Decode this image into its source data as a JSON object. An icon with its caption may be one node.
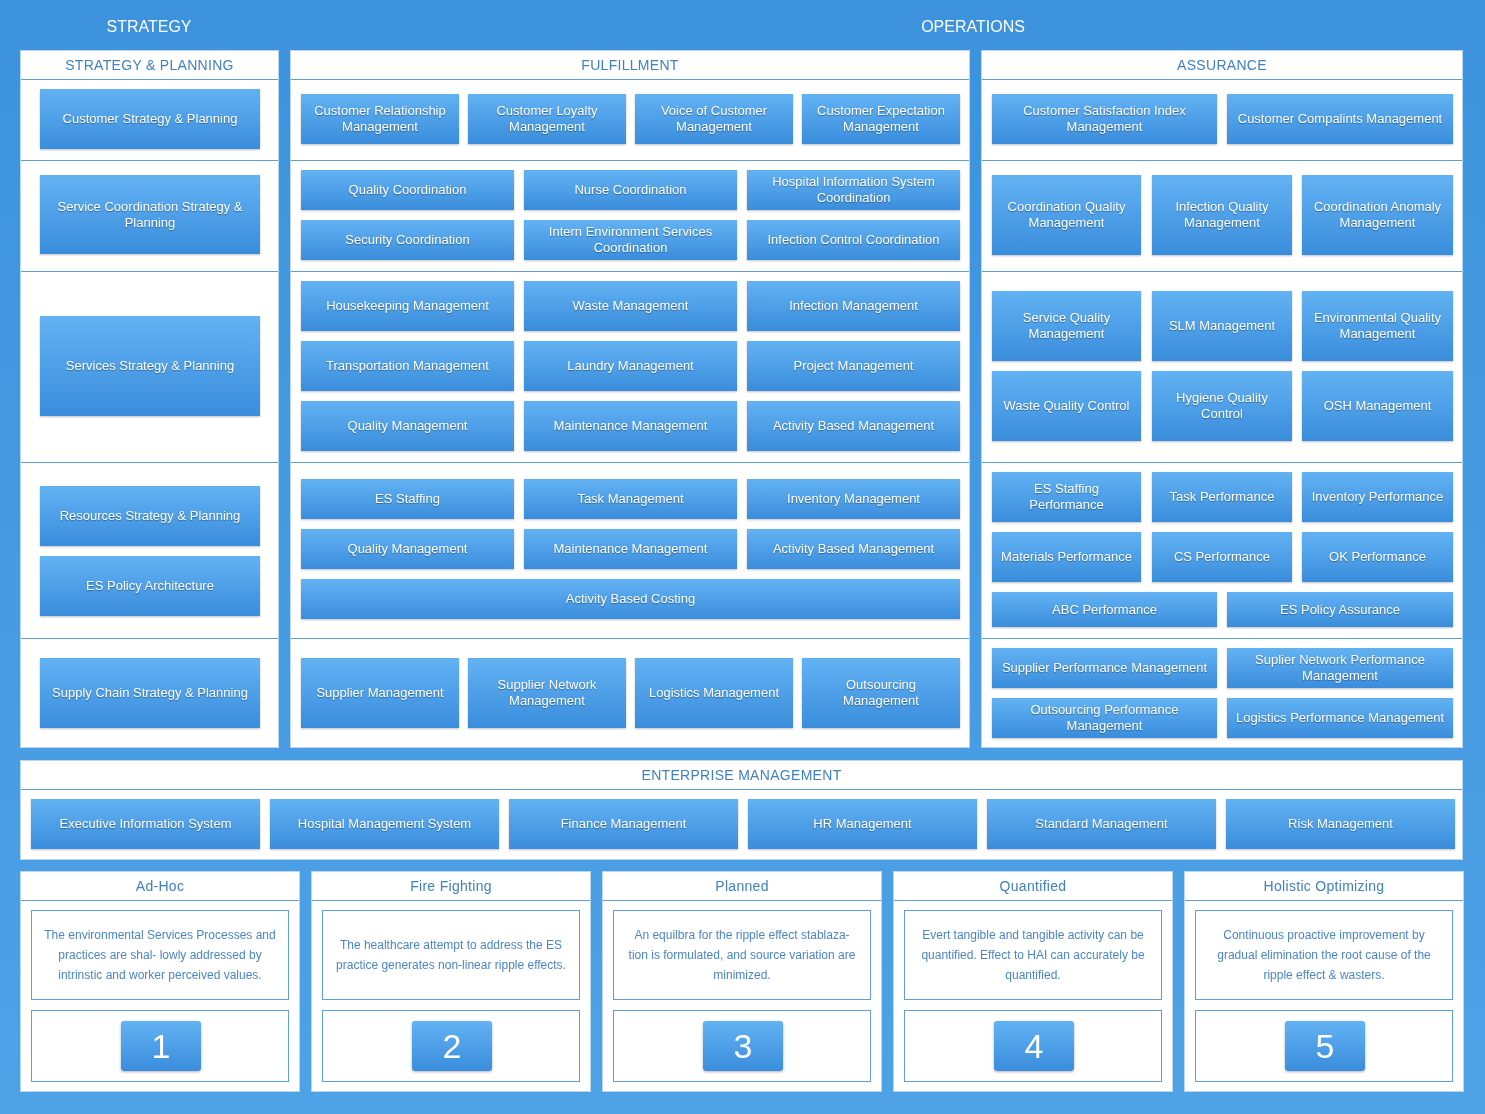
{
  "diagram": {
    "nodes": [
      {
        "text": [
          "STRATEGY & PLANNING"
        ]
      },
      {
        "text": [
          "Customer Strategy & Planning"
        ],
        "in": 0
      },
      {
        "text": [
          "Service Coordination Strategy & Planning"
        ],
        "in": 0
      },
      {
        "text": [
          "Services Strategy & Planning"
        ],
        "in": 0
      },
      {
        "text": [
          "Resources Strategy & Planning"
        ],
        "in": 0
      },
      {
        "text": [
          "ES Policy Architecture"
        ],
        "in": 0
      },
      {
        "text": [
          "Supply Chain Strategy & Planning"
        ],
        "in": 0
      },
      {
        "text": [
          "FULFILLMENT"
        ]
      },
      {
        "text": [
          "Customer Relationship Management"
        ],
        "in": 7
      },
      {
        "text": [
          "Customer Loyalty Management"
        ],
        "in": 7
      },
      {
        "text": [
          "Voice of Customer Management"
        ],
        "in": 7
      },
      {
        "text": [
          "Customer Expectation Management"
        ],
        "in": 7
      },
      {
        "text": [
          "Quality Coordination"
        ],
        "in": 7
      },
      {
        "text": [
          "Nurse Coordination"
        ],
        "in": 7
      },
      {
        "text": [
          "Hospital Information System Coordination"
        ],
        "in": 7
      },
      {
        "text": [
          "Security Coordination"
        ],
        "in": 7
      },
      {
        "text": [
          "Intern Environment Services Coordination"
        ],
        "in": 7
      },
      {
        "text": [
          "Infection Control Coordination"
        ],
        "in": 7
      },
      {
        "text": [
          "Housekeeping Management"
        ],
        "in": 7
      },
      {
        "text": [
          "Waste Management"
        ],
        "in": 7
      },
      {
        "text": [
          "Infection Management"
        ],
        "in": 7
      },
      {
        "text": [
          "Transportation Management"
        ],
        "in": 7
      },
      {
        "text": [
          "Laundry Management"
        ],
        "in": 7
      },
      {
        "text": [
          "Project Management"
        ],
        "in": 7
      },
      {
        "text": [
          "Quality Management"
        ],
        "in": 7
      },
      {
        "text": [
          "Maintenance Management"
        ],
        "in": 7
      },
      {
        "text": [
          "Activity Based Management"
        ],
        "in": 7
      },
      {
        "text": [
          "ES Staffing"
        ],
        "in": 7
      },
      {
        "text": [
          "Task Management"
        ],
        "in": 7
      },
      {
        "text": [
          "Inventory Management"
        ],
        "in": 7
      },
      {
        "text": [
          "Quality Management"
        ],
        "in": 7
      },
      {
        "text": [
          "Maintenance Management"
        ],
        "in": 7
      },
      {
        "text": [
          "Activity Based Management"
        ],
        "in": 7
      },
      {
        "text": [
          "Activity Based Costing"
        ],
        "in": 7
      },
      {
        "text": [
          "Supplier Management"
        ],
        "in": 7
      },
      {
        "text": [
          "Supplier Network Management"
        ],
        "in": 7
      },
      {
        "text": [
          "Logistics Management"
        ],
        "in": 7
      },
      {
        "text": [
          "Outsourcing Management"
        ],
        "in": 7
      },
      {
        "text": [
          "ASSURANCE"
        ]
      },
      {
        "text": [
          "Customer Satisfaction Index Management"
        ],
        "in": 38
      },
      {
        "text": [
          "Customer Compalints Management"
        ],
        "in": 38
      },
      {
        "text": [
          "Coordination Quality Management"
        ],
        "in": 38
      },
      {
        "text": [
          "Infection Quality Management"
        ],
        "in": 38
      },
      {
        "text": [
          "Coordination Anomaly Management"
        ],
        "in": 38
      },
      {
        "text": [
          "Service Quality Management"
        ],
        "in": 38
      },
      {
        "text": [
          "SLM Management"
        ],
        "in": 38
      },
      {
        "text": [
          "Environmental Quality Management"
        ],
        "in": 38
      },
      {
        "text": [
          "Waste Quality Control"
        ],
        "in": 38
      },
      {
        "text": [
          "Hygiene Quality Control"
        ],
        "in": 38
      },
      {
        "text": [
          "OSH Management"
        ],
        "in": 38
      },
      {
        "text": [
          "ES Staffing Performance"
        ],
        "in": 38
      },
      {
        "text": [
          "Task Performance"
        ],
        "in": 38
      },
      {
        "text": [
          "Inventory Performance"
        ],
        "in": 38
      },
      {
        "text": [
          "Materials Performance"
        ],
        "in": 38
      },
      {
        "text": [
          "CS Performance"
        ],
        "in": 38
      },
      {
        "text": [
          "OK Performance"
        ],
        "in": 38
      },
      {
        "text": [
          "ABC Performance"
        ],
        "in": 38
      },
      {
        "text": [
          "ES Policy Assurance"
        ],
        "in": 38
      },
      {
        "text": [
          "Supplier Performance Management"
        ],
        "in": 38
      },
      {
        "text": [
          "Suplier Network Performance Management"
        ],
        "in": 38
      },
      {
        "text": [
          "Outsourcing Performance Management"
        ],
        "in": 38
      },
      {
        "text": [
          "Logistics Performance Management"
        ],
        "in": 38
      },
      {
        "text": [
          "ENTERPRISE MANAGEMENT"
        ]
      },
      {
        "text": [
          "Executive Information System"
        ],
        "in": 62
      },
      {
        "text": [
          "Hospital Management System"
        ],
        "in": 62
      },
      {
        "text": [
          "Finance Management"
        ],
        "in": 62
      },
      {
        "text": [
          "HR Management"
        ],
        "in": 62
      },
      {
        "text": [
          "Standard Management"
        ],
        "in": 62
      },
      {
        "text": [
          "Risk Management"
        ],
        "in": 62
      },
      {
        "text": [
          "Ad-Hoc"
        ]
      },
      {
        "text": [
          "The environmental Services Processes and practices are shal- lowly addressed by intrinstic and worker perceived values."
        ],
        "in": 69
      },
      {
        "text": [],
        "shape": "box",
        "in": 69
      },
      {
        "text": [
          "1"
        ],
        "in": 71
      },
      {
        "text": [
          "Fire Fighting"
        ]
      },
      {
        "text": [
          "The healthcare attempt to address the ES practice generates non-linear ripple effects."
        ],
        "in": 73
      },
      {
        "text": [],
        "shape": "box",
        "in": 73
      },
      {
        "text": [
          "2"
        ],
        "in": 75
      },
      {
        "text": [
          "Planned"
        ]
      },
      {
        "text": [
          "An equilbra for the ripple effect stablaza- tion is formulated, and source variation are minimized."
        ],
        "in": 77
      },
      {
        "text": [],
        "shape": "box",
        "in": 77
      },
      {
        "text": [
          "3"
        ],
        "in": 79
      },
      {
        "text": [
          "Quantified"
        ]
      },
      {
        "text": [
          "Evert tangible and tangible activity can be quantified. Effect to HAI can accurately be quantified."
        ],
        "in": 81
      },
      {
        "text": [],
        "shape": "box",
        "in": 81
      },
      {
        "text": [
          "4"
        ],
        "in": 83
      },
      {
        "text": [
          "Holistic Optimizing"
        ]
      },
      {
        "text": [
          "Continuous proactive improvement by gradual elimination the root cause of the ripple effect & wasters."
        ],
        "in": 85
      },
      {
        "text": [],
        "shape": "box",
        "in": 85
      },
      {
        "text": [
          "5"
        ],
        "in": 87
      }
    ],
    "labels": [
      "STRATEGY",
      "OPERATIONS"
    ]
  }
}
